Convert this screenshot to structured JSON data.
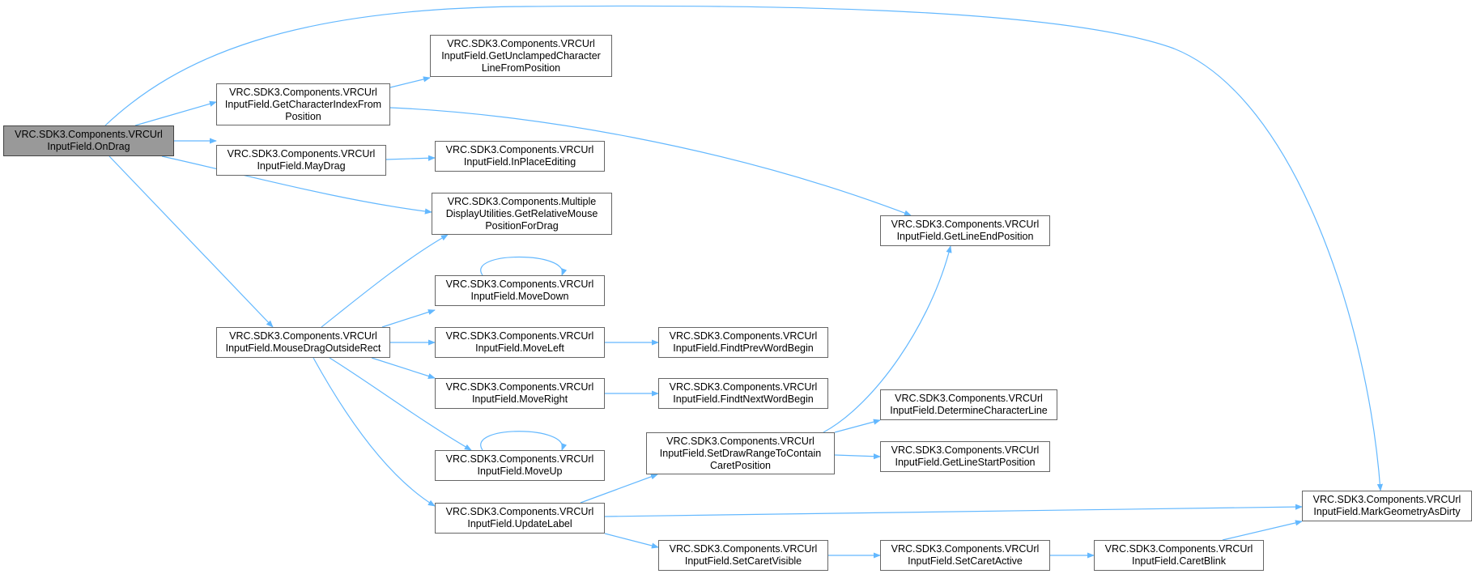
{
  "colors": {
    "edge": "#63b8ff",
    "node_border": "#666666",
    "root_fill": "#999999",
    "node_fill": "#ffffff"
  },
  "nodes": [
    {
      "id": "ondrag",
      "lines": [
        "VRC.SDK3.Components.VRCUrl",
        "InputField.OnDrag"
      ],
      "root": true
    },
    {
      "id": "getcharindex",
      "lines": [
        "VRC.SDK3.Components.VRCUrl",
        "InputField.GetCharacterIndexFrom",
        "Position"
      ]
    },
    {
      "id": "getunclamped",
      "lines": [
        "VRC.SDK3.Components.VRCUrl",
        "InputField.GetUnclampedCharacter",
        "LineFromPosition"
      ]
    },
    {
      "id": "maydrag",
      "lines": [
        "VRC.SDK3.Components.VRCUrl",
        "InputField.MayDrag"
      ]
    },
    {
      "id": "inplace",
      "lines": [
        "VRC.SDK3.Components.VRCUrl",
        "InputField.InPlaceEditing"
      ]
    },
    {
      "id": "getrelmouse",
      "lines": [
        "VRC.SDK3.Components.Multiple",
        "DisplayUtilities.GetRelativeMouse",
        "PositionForDrag"
      ]
    },
    {
      "id": "getlineend",
      "lines": [
        "VRC.SDK3.Components.VRCUrl",
        "InputField.GetLineEndPosition"
      ]
    },
    {
      "id": "movedown",
      "lines": [
        "VRC.SDK3.Components.VRCUrl",
        "InputField.MoveDown"
      ]
    },
    {
      "id": "mousedrag",
      "lines": [
        "VRC.SDK3.Components.VRCUrl",
        "InputField.MouseDragOutsideRect"
      ]
    },
    {
      "id": "moveleft",
      "lines": [
        "VRC.SDK3.Components.VRCUrl",
        "InputField.MoveLeft"
      ]
    },
    {
      "id": "findprev",
      "lines": [
        "VRC.SDK3.Components.VRCUrl",
        "InputField.FindtPrevWordBegin"
      ]
    },
    {
      "id": "moveright",
      "lines": [
        "VRC.SDK3.Components.VRCUrl",
        "InputField.MoveRight"
      ]
    },
    {
      "id": "findnext",
      "lines": [
        "VRC.SDK3.Components.VRCUrl",
        "InputField.FindtNextWordBegin"
      ]
    },
    {
      "id": "determine",
      "lines": [
        "VRC.SDK3.Components.VRCUrl",
        "InputField.DetermineCharacterLine"
      ]
    },
    {
      "id": "setdrawrange",
      "lines": [
        "VRC.SDK3.Components.VRCUrl",
        "InputField.SetDrawRangeToContain",
        "CaretPosition"
      ]
    },
    {
      "id": "getlinestart",
      "lines": [
        "VRC.SDK3.Components.VRCUrl",
        "InputField.GetLineStartPosition"
      ]
    },
    {
      "id": "moveup",
      "lines": [
        "VRC.SDK3.Components.VRCUrl",
        "InputField.MoveUp"
      ]
    },
    {
      "id": "updatelabel",
      "lines": [
        "VRC.SDK3.Components.VRCUrl",
        "InputField.UpdateLabel"
      ]
    },
    {
      "id": "markgeom",
      "lines": [
        "VRC.SDK3.Components.VRCUrl",
        "InputField.MarkGeometryAsDirty"
      ]
    },
    {
      "id": "setcaretvisible",
      "lines": [
        "VRC.SDK3.Components.VRCUrl",
        "InputField.SetCaretVisible"
      ]
    },
    {
      "id": "setcaretactive",
      "lines": [
        "VRC.SDK3.Components.VRCUrl",
        "InputField.SetCaretActive"
      ]
    },
    {
      "id": "caretblink",
      "lines": [
        "VRC.SDK3.Components.VRCUrl",
        "InputField.CaretBlink"
      ]
    }
  ],
  "edges": [
    [
      "ondrag",
      "markgeom"
    ],
    [
      "ondrag",
      "getcharindex"
    ],
    [
      "ondrag",
      "maydrag"
    ],
    [
      "ondrag",
      "getrelmouse"
    ],
    [
      "ondrag",
      "mousedrag"
    ],
    [
      "getcharindex",
      "getunclamped"
    ],
    [
      "getcharindex",
      "getlineend"
    ],
    [
      "maydrag",
      "inplace"
    ],
    [
      "mousedrag",
      "getrelmouse"
    ],
    [
      "mousedrag",
      "movedown"
    ],
    [
      "mousedrag",
      "moveleft"
    ],
    [
      "mousedrag",
      "moveright"
    ],
    [
      "mousedrag",
      "moveup"
    ],
    [
      "mousedrag",
      "updatelabel"
    ],
    [
      "movedown",
      "movedown"
    ],
    [
      "moveup",
      "moveup"
    ],
    [
      "moveleft",
      "findprev"
    ],
    [
      "moveright",
      "findnext"
    ],
    [
      "updatelabel",
      "setdrawrange"
    ],
    [
      "updatelabel",
      "markgeom"
    ],
    [
      "updatelabel",
      "setcaretvisible"
    ],
    [
      "setdrawrange",
      "getlineend"
    ],
    [
      "setdrawrange",
      "determine"
    ],
    [
      "setdrawrange",
      "getlinestart"
    ],
    [
      "setcaretvisible",
      "setcaretactive"
    ],
    [
      "setcaretactive",
      "caretblink"
    ],
    [
      "caretblink",
      "markgeom"
    ]
  ]
}
